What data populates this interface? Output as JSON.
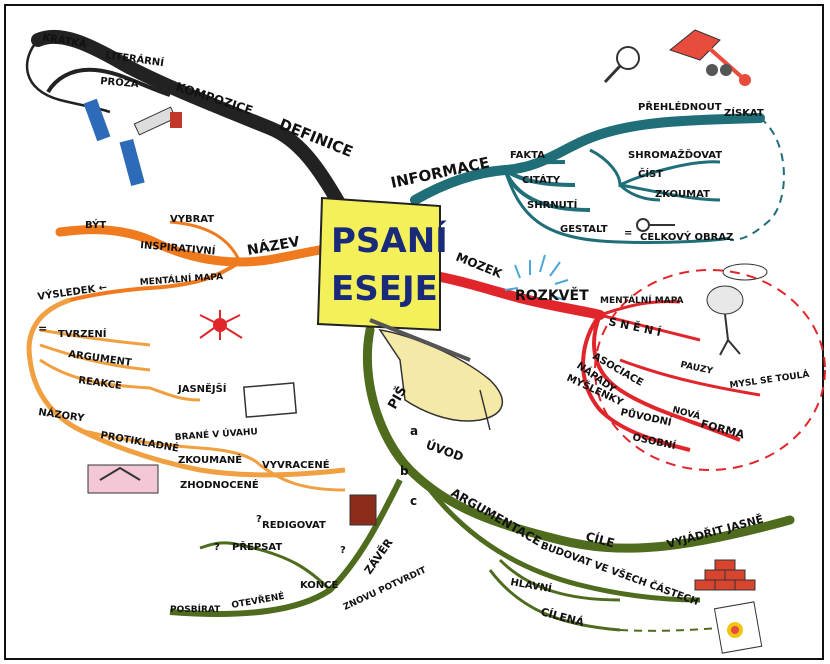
{
  "center": {
    "line1": "PSANÍ",
    "line2": "ESEJE"
  },
  "colors": {
    "definice": "#222222",
    "informace": "#1f6e78",
    "rozkvet": "#e0262b",
    "nazev": "#f07a1e",
    "vysledek": "#f0a040",
    "pis": "#4e6b1e",
    "center_box": "#f4f05a"
  },
  "branches": {
    "definice": {
      "main": "DEFINICE",
      "sub1": "KOMPOZICE",
      "sub2": "LITERÁRNÍ",
      "sub3": "KRÁTKÁ",
      "sub4": "PRÓZA"
    },
    "informace": {
      "main": "INFORMACE",
      "fakta": "FAKTA",
      "citaty": "CITÁTY",
      "shrnuti": "SHRNUTÍ",
      "shromazdovat": "SHROMAŽĎOVAT",
      "cist": "ČÍST",
      "zkoumat": "ZKOUMAT",
      "gestalt": "GESTALT",
      "eq": "=",
      "celkovy_obraz": "CELKOVÝ OBRAZ",
      "prehlednout": "PŘEHLÉDNOUT",
      "ziskat": "ZÍSKAT"
    },
    "rozkvet": {
      "mozek": "MOZEK",
      "main": "ROZKVĚT",
      "mentalni_mapa": "MENTÁLNÍ MAPA",
      "sneni": "S N Ě N Í",
      "asociace": "ASOCIACE",
      "napady": "NÁPADY",
      "myslenky": "MYŠLENKY",
      "pauzy": "PAUZY",
      "mysl": "MYSL SE TOULÁ",
      "nova": "NOVÁ",
      "forma": "FORMA",
      "puvodni": "PŮVODNÍ",
      "osobni": "OSOBNÍ"
    },
    "nazev": {
      "main": "NÁZEV",
      "inspirativni": "INSPIRATIVNÍ",
      "byt": "BÝT",
      "vybrat": "VYBRAT",
      "mentalni_mapa": "MENTÁLNÍ MAPA"
    },
    "vysledek": {
      "main": "VÝSLEDEK ←",
      "eq": "=",
      "tvrzeni": "TVRZENÍ",
      "argument": "ARGUMENT",
      "reakce": "REAKCE",
      "jasnejsi": "JASNĚJŠÍ",
      "nazory": "NÁZORY",
      "protikladne": "PROTIKLADNÉ",
      "brane": "BRANÉ V ÚVAHU",
      "zkoumane": "ZKOUMANÉ",
      "zhodnocene": "ZHODNOCENÉ",
      "vyvracene": "VYVRACENÉ"
    },
    "pis": {
      "main": "PIŠ",
      "a": "a",
      "b": "b",
      "c": "c",
      "uvod": "ÚVOD",
      "argumentace": "ARGUMENTACE",
      "cile": "CÍLE",
      "vyjadrit": "VYJÁDŘIT JASNĚ",
      "budovat": "BUDOVAT VE VŠECH ČÁSTECH",
      "hlavni": "HLAVNÍ",
      "cilena": "CÍLENÁ",
      "zaver": "ZÁVĚR",
      "znovu": "ZNOVU POTVRDIT",
      "konce": "KONCE",
      "otevrene": "OTEVŘENÉ",
      "posbirat": "POSBÍRAT",
      "prepsat": "PŘEPSAT",
      "redigovat": "REDIGOVAT",
      "q1": "?",
      "q2": "?",
      "q3": "?"
    }
  }
}
